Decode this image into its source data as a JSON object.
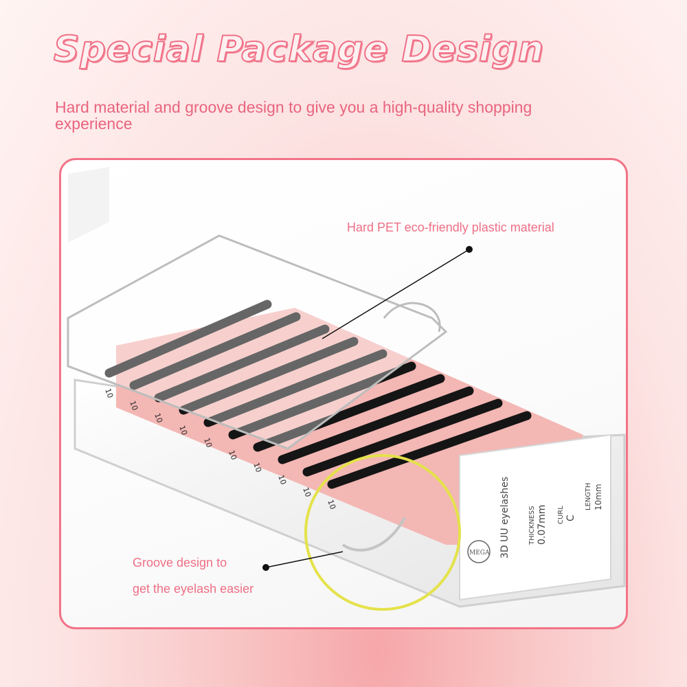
{
  "header": {
    "title": "Special Package Design",
    "subtitle": "Hard material and groove design to give you a high-quality shopping experience"
  },
  "callouts": {
    "material": "Hard PET eco-friendly plastic material",
    "groove_line1": "Groove design to",
    "groove_line2": "get the eyelash easier"
  },
  "product": {
    "brand": "MEGA",
    "name": "3D UU eyelashes",
    "thickness_label": "THICKNESS",
    "thickness_value": "0.07mm",
    "curl_label": "CURL",
    "curl_value": "C",
    "length_label": "LENGTH",
    "length_value": "10mm",
    "row_label": "10"
  },
  "colors": {
    "accent": "#f06f86",
    "highlight_ring": "#e4e24a",
    "card_pink": "#f3b7b4",
    "lash": "#151515"
  }
}
